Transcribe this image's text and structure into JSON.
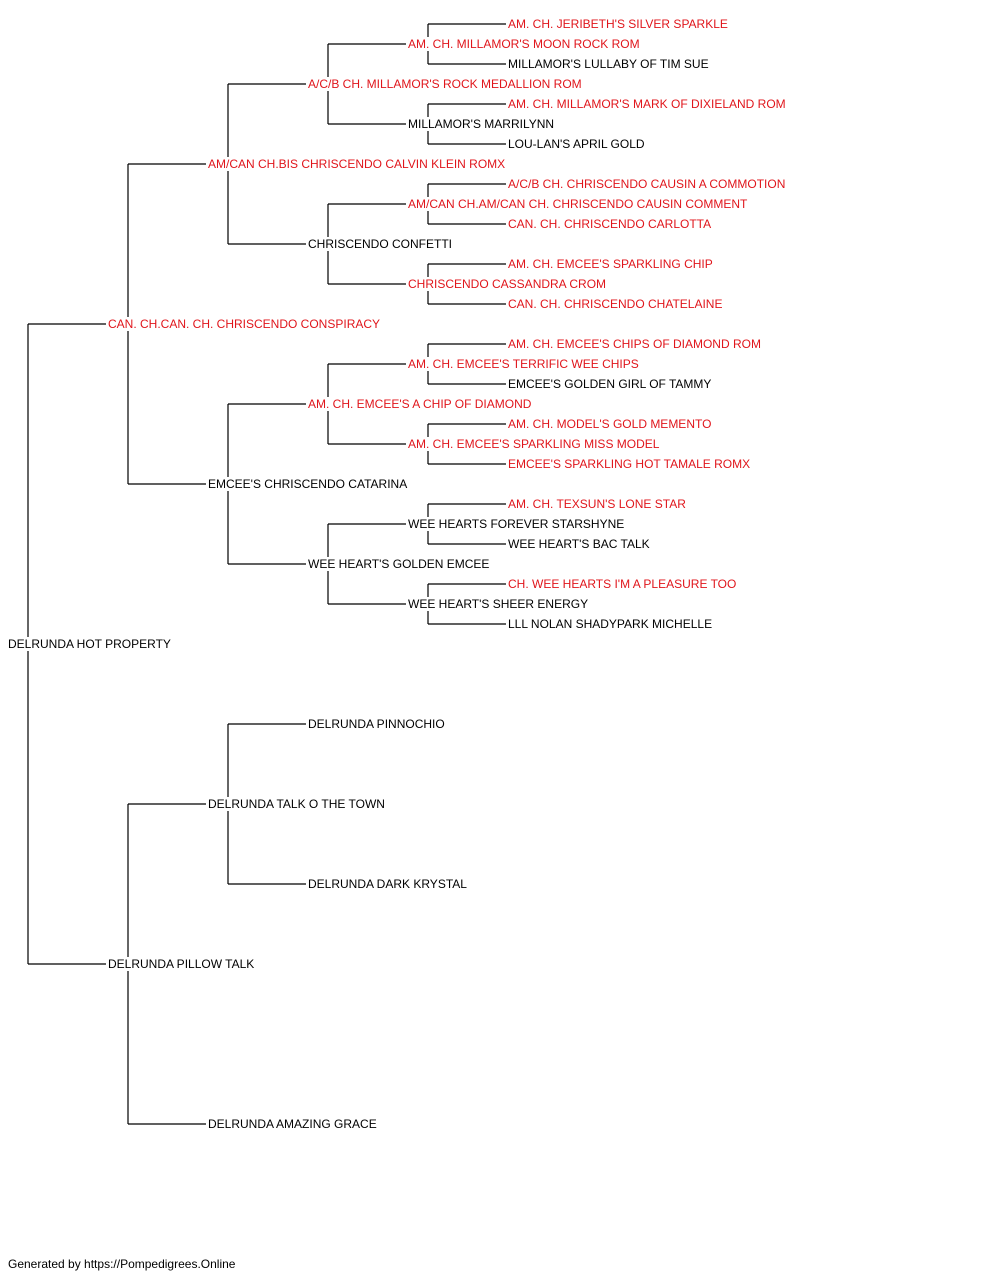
{
  "colors": {
    "champion": "#e0151b",
    "normal": "#000000",
    "connector": "#000000"
  },
  "footer": "Generated by https://Pompedigrees.Online",
  "pedigree": {
    "name": "DELRUNDA HOT PROPERTY",
    "champion": false,
    "sire": {
      "name": "CAN. CH.CAN. CH. CHRISCENDO CONSPIRACY",
      "champion": true,
      "sire": {
        "name": "AM/CAN CH.BIS CHRISCENDO CALVIN KLEIN ROMX",
        "champion": true,
        "sire": {
          "name": "A/C/B CH. MILLAMOR'S ROCK MEDALLION ROM",
          "champion": true,
          "sire": {
            "name": "AM. CH. MILLAMOR'S MOON ROCK ROM",
            "champion": true,
            "sire": {
              "name": "AM. CH. JERIBETH'S SILVER SPARKLE",
              "champion": true
            },
            "dam": {
              "name": "MILLAMOR'S LULLABY OF TIM SUE",
              "champion": false
            }
          },
          "dam": {
            "name": "MILLAMOR'S MARRILYNN",
            "champion": false,
            "sire": {
              "name": "AM. CH. MILLAMOR'S MARK OF DIXIELAND ROM",
              "champion": true
            },
            "dam": {
              "name": "LOU-LAN'S APRIL GOLD",
              "champion": false
            }
          }
        },
        "dam": {
          "name": "CHRISCENDO CONFETTI",
          "champion": false,
          "sire": {
            "name": "AM/CAN CH.AM/CAN CH. CHRISCENDO CAUSIN COMMENT",
            "champion": true,
            "sire": {
              "name": "A/C/B CH. CHRISCENDO CAUSIN A COMMOTION",
              "champion": true
            },
            "dam": {
              "name": "CAN. CH. CHRISCENDO CARLOTTA",
              "champion": true
            }
          },
          "dam": {
            "name": "CHRISCENDO CASSANDRA CROM",
            "champion": true,
            "sire": {
              "name": "AM. CH. EMCEE'S SPARKLING CHIP",
              "champion": true
            },
            "dam": {
              "name": "CAN. CH. CHRISCENDO CHATELAINE",
              "champion": true
            }
          }
        }
      },
      "dam": {
        "name": "EMCEE'S CHRISCENDO CATARINA",
        "champion": false,
        "sire": {
          "name": "AM. CH. EMCEE'S A CHIP OF DIAMOND",
          "champion": true,
          "sire": {
            "name": "AM. CH. EMCEE'S TERRIFIC WEE CHIPS",
            "champion": true,
            "sire": {
              "name": "AM. CH. EMCEE'S CHIPS OF DIAMOND ROM",
              "champion": true
            },
            "dam": {
              "name": "EMCEE'S GOLDEN GIRL OF TAMMY",
              "champion": false
            }
          },
          "dam": {
            "name": "AM. CH. EMCEE'S SPARKLING MISS MODEL",
            "champion": true,
            "sire": {
              "name": "AM. CH. MODEL'S GOLD MEMENTO",
              "champion": true
            },
            "dam": {
              "name": "EMCEE'S SPARKLING HOT TAMALE ROMX",
              "champion": true
            }
          }
        },
        "dam": {
          "name": "WEE HEART'S GOLDEN EMCEE",
          "champion": false,
          "sire": {
            "name": "WEE HEARTS FOREVER STARSHYNE",
            "champion": false,
            "sire": {
              "name": "AM. CH. TEXSUN'S LONE STAR",
              "champion": true
            },
            "dam": {
              "name": "WEE HEART'S BAC TALK",
              "champion": false
            }
          },
          "dam": {
            "name": "WEE HEART'S SHEER ENERGY",
            "champion": false,
            "sire": {
              "name": "CH. WEE HEARTS I'M A PLEASURE TOO",
              "champion": true
            },
            "dam": {
              "name": "LLL NOLAN SHADYPARK MICHELLE",
              "champion": false
            }
          }
        }
      }
    },
    "dam": {
      "name": "DELRUNDA PILLOW TALK",
      "champion": false,
      "sire": {
        "name": "DELRUNDA TALK O THE TOWN",
        "champion": false,
        "sire": {
          "name": "DELRUNDA PINNOCHIO",
          "champion": false
        },
        "dam": {
          "name": "DELRUNDA DARK KRYSTAL",
          "champion": false
        }
      },
      "dam": {
        "name": "DELRUNDA AMAZING GRACE",
        "champion": false
      }
    }
  }
}
